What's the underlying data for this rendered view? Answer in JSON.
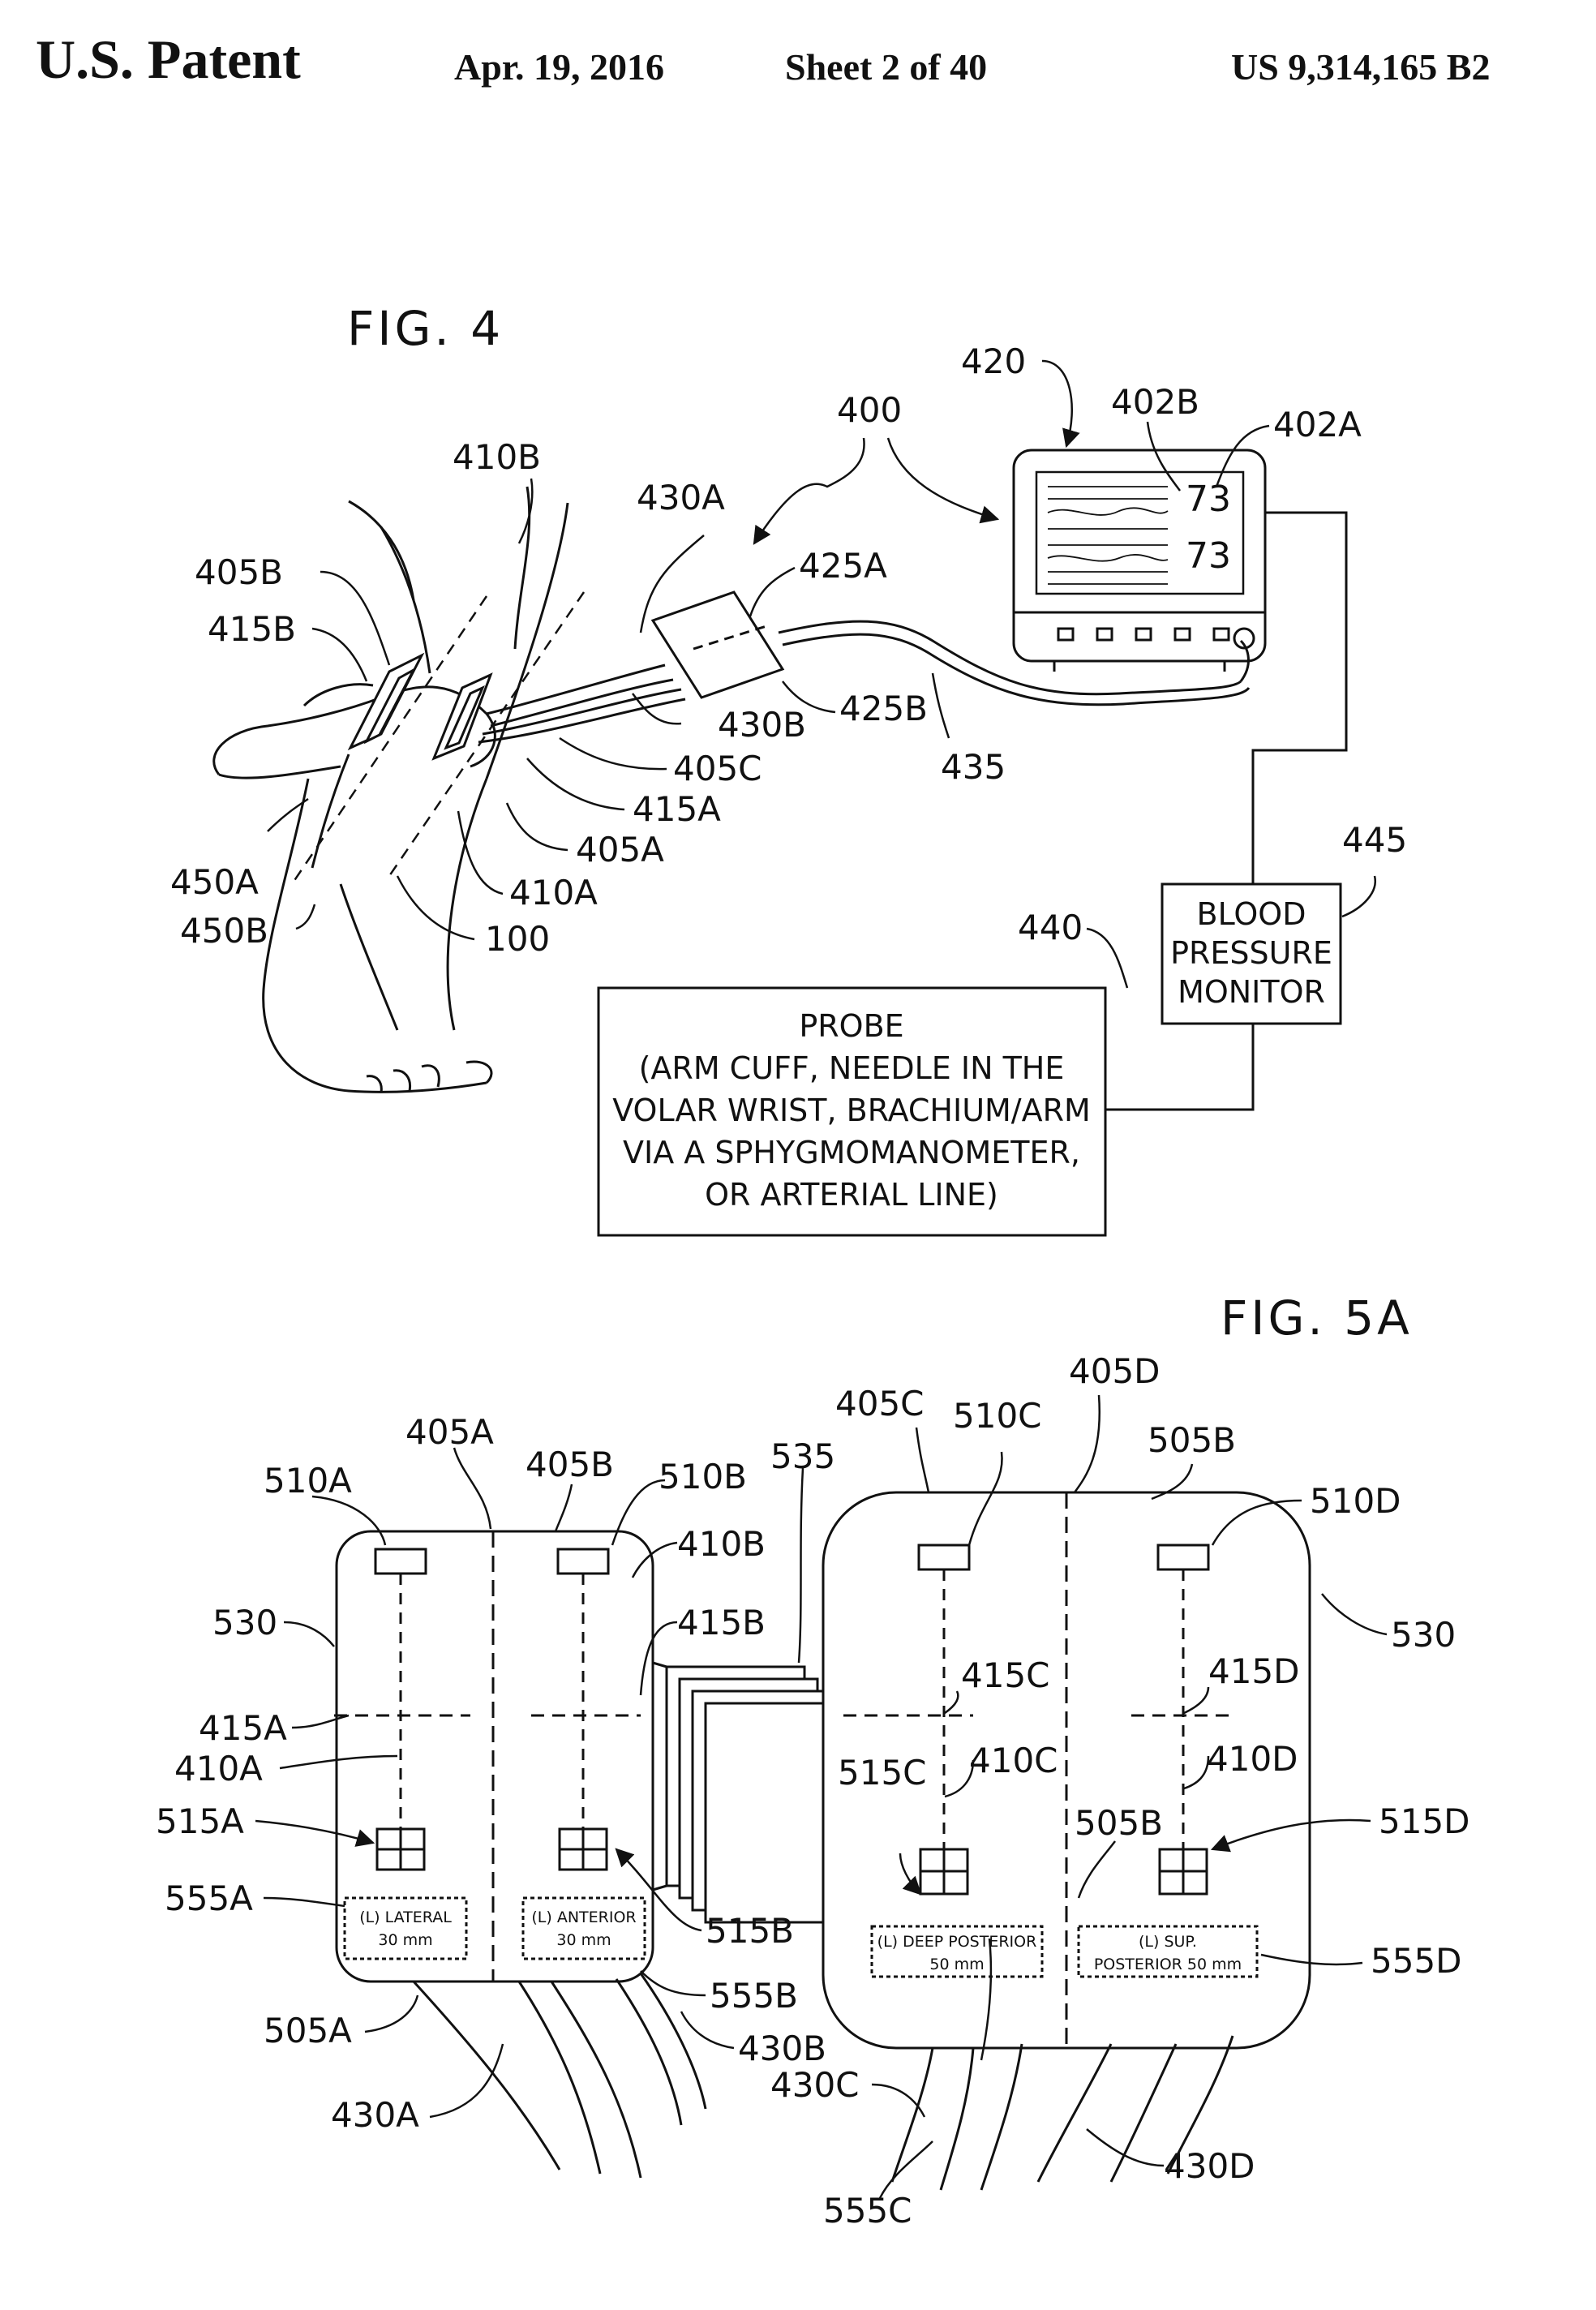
{
  "header": {
    "publication": "U.S. Patent",
    "date": "Apr. 19, 2016",
    "sheet": "Sheet 2 of 40",
    "patent_number": "US 9,314,165 B2"
  },
  "fig4": {
    "title": "FIG. 4",
    "monitor_readings": [
      "73",
      "73"
    ],
    "labels": {
      "r400": "400",
      "r420": "420",
      "r402B": "402B",
      "r402A": "402A",
      "r410B": "410B",
      "r430A": "430A",
      "r405B": "405B",
      "r425A": "425A",
      "r415B": "415B",
      "r430B": "430B",
      "r425B": "425B",
      "r405C": "405C",
      "r435": "435",
      "r415A": "415A",
      "r405A": "405A",
      "r450A": "450A",
      "r410A": "410A",
      "r450B": "450B",
      "r100": "100",
      "r445": "445",
      "r440": "440"
    },
    "bp_monitor_lines": [
      "BLOOD",
      "PRESSURE",
      "MONITOR"
    ],
    "probe_lines": [
      "PROBE",
      "(ARM CUFF, NEEDLE IN THE",
      "VOLAR WRIST, BRACHIUM/ARM",
      "VIA A SPHYGMOMANOMETER,",
      "OR ARTERIAL LINE)"
    ]
  },
  "fig5a": {
    "title": "FIG. 5A",
    "labels": {
      "r405A": "405A",
      "r405D": "405D",
      "r405C": "405C",
      "r510C": "510C",
      "r505B_top": "505B",
      "r405B": "405B",
      "r535": "535",
      "r510A": "510A",
      "r510B": "510B",
      "r510D": "510D",
      "r410B": "410B",
      "r530_left": "530",
      "r415B": "415B",
      "r530_right": "530",
      "r415C": "415C",
      "r415D": "415D",
      "r415A": "415A",
      "r410A": "410A",
      "r515C": "515C",
      "r410C": "410C",
      "r410D": "410D",
      "r505B_mid": "505B",
      "r515A": "515A",
      "r515D": "515D",
      "r555A": "555A",
      "r515B": "515B",
      "r555D": "555D",
      "r555B": "555B",
      "r505A": "505A",
      "r430B": "430B",
      "r430C": "430C",
      "r430A": "430A",
      "r430D": "430D",
      "r555C": "555C"
    },
    "site_labels": [
      {
        "line1": "(L) LATERAL",
        "line2": "30 mm"
      },
      {
        "line1": "(L) ANTERIOR",
        "line2": "30 mm"
      },
      {
        "line1": "(L) DEEP POSTERIOR",
        "line2": "50 mm"
      },
      {
        "line1": "(L) SUP.",
        "line2": "POSTERIOR 50 mm"
      }
    ]
  }
}
